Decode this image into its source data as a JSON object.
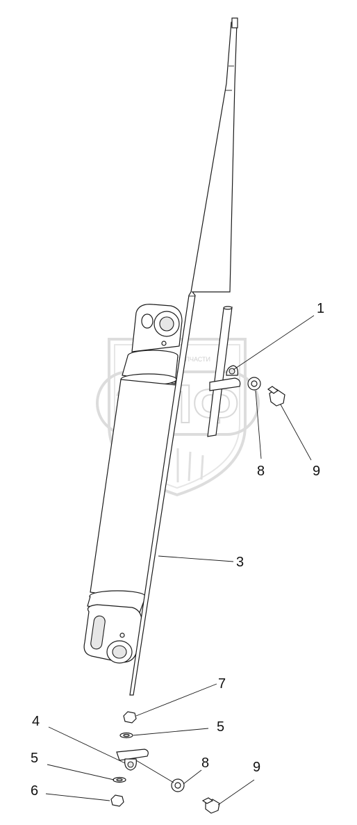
{
  "diagram": {
    "watermark": {
      "brand": "ЭПФ",
      "subtitle": "ПРАВО НА ЗАПЧАСТИ"
    },
    "callouts": [
      {
        "id": "c1",
        "label": "1"
      },
      {
        "id": "c8a",
        "label": "8"
      },
      {
        "id": "c9a",
        "label": "9"
      },
      {
        "id": "c3",
        "label": "3"
      },
      {
        "id": "c7",
        "label": "7"
      },
      {
        "id": "c4",
        "label": "4"
      },
      {
        "id": "c5a",
        "label": "5"
      },
      {
        "id": "c5b",
        "label": "5"
      },
      {
        "id": "c8b",
        "label": "8"
      },
      {
        "id": "c9b",
        "label": "9"
      },
      {
        "id": "c6",
        "label": "6"
      }
    ]
  }
}
